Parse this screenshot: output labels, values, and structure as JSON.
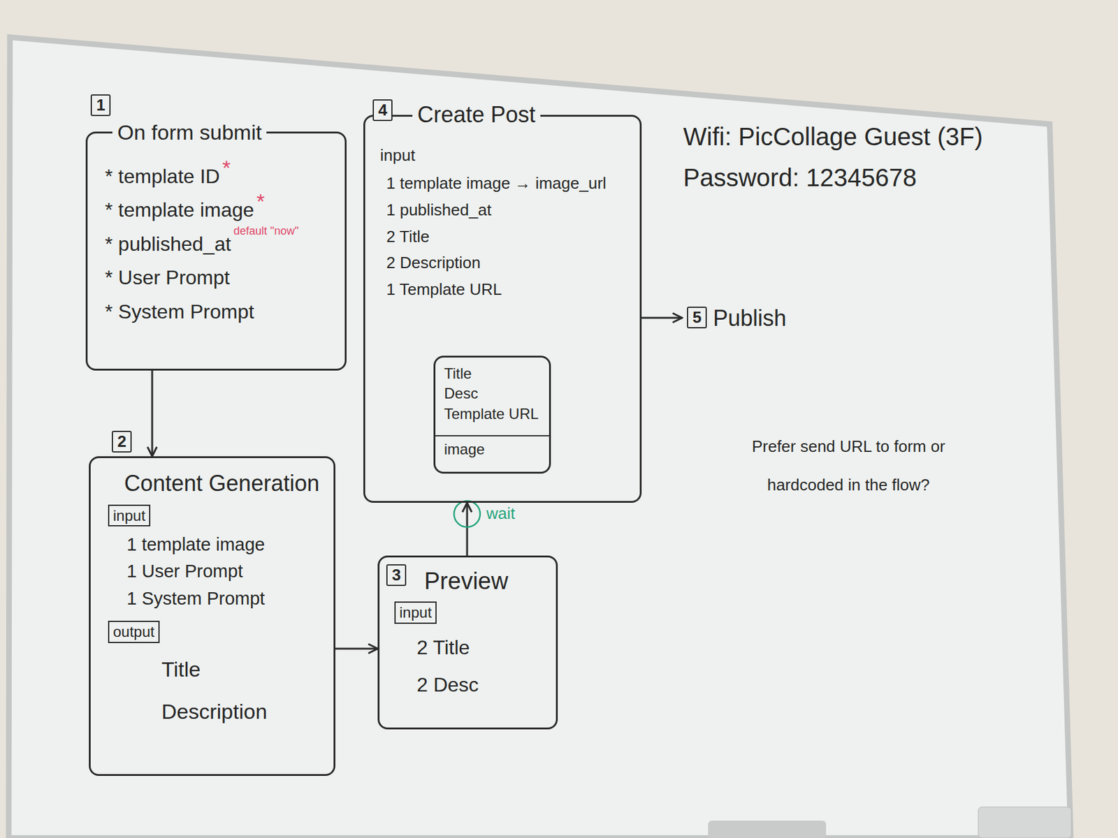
{
  "diagram": {
    "nodes": [
      {
        "text": [
          "On form submit",
          "* template ID",
          "* template image",
          "* published_at",
          "* User Prompt",
          "* System Prompt"
        ]
      },
      {
        "text": [
          "Content Generation",
          "input",
          "1 template image",
          "1 User Prompt",
          "1 System Prompt",
          "output",
          "Title",
          "Description"
        ]
      },
      {
        "text": [
          "Preview",
          "input",
          "2 Title",
          "2 Desc"
        ]
      },
      {
        "text": [
          "Create Post",
          "input",
          "1 template image → image_url",
          "1 published_at",
          "2 Title",
          "2 Description",
          "1 Template URL"
        ]
      },
      {
        "text": [
          "Title",
          "Desc",
          "Template URL",
          "image"
        ],
        "in": 3
      },
      {
        "text": [
          "Publish"
        ]
      }
    ],
    "edges": [
      {
        "from": 0,
        "to": 1,
        "arrow": "to"
      },
      {
        "from": 1,
        "to": 2,
        "arrow": "to"
      },
      {
        "from": 2,
        "to": 3,
        "label": "wait",
        "arrow": "to"
      },
      {
        "from": 3,
        "to": 5,
        "arrow": "to"
      }
    ],
    "labels": [
      "1",
      "*",
      "*",
      "default \"now\"",
      "2",
      "3",
      "4",
      "5",
      "Wifi: PicCollage Guest (3F)",
      "Password: 12345678",
      "Prefer send URL to form or hardcoded in the flow?"
    ]
  }
}
